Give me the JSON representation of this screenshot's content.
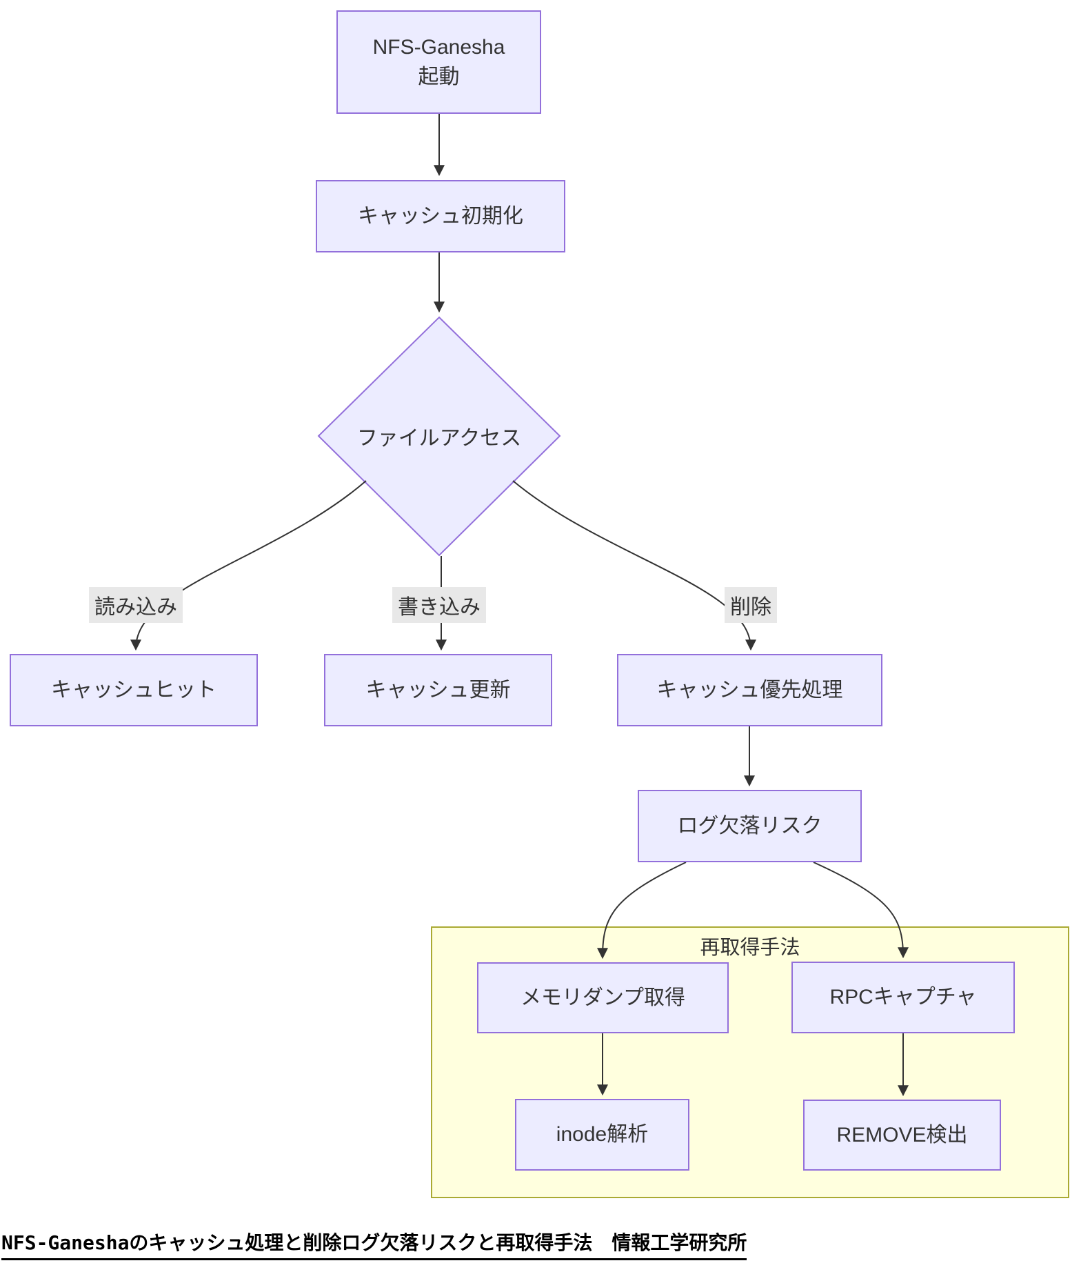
{
  "diagram": {
    "nodes": {
      "start": {
        "label": "NFS-Ganesha\n起動"
      },
      "init": {
        "label": "キャッシュ初期化"
      },
      "decision": {
        "label": "ファイルアクセス"
      },
      "hit": {
        "label": "キャッシュヒット"
      },
      "update": {
        "label": "キャッシュ更新"
      },
      "priority": {
        "label": "キャッシュ優先処理"
      },
      "risk": {
        "label": "ログ欠落リスク"
      },
      "memdump": {
        "label": "メモリダンプ取得"
      },
      "rpc": {
        "label": "RPCキャプチャ"
      },
      "inode": {
        "label": "inode解析"
      },
      "remove": {
        "label": "REMOVE検出"
      }
    },
    "edge_labels": {
      "read": "読み込み",
      "write": "書き込み",
      "delete": "削除"
    },
    "cluster": {
      "label": "再取得手法"
    },
    "colors": {
      "node_fill": "#ECECFF",
      "node_border": "#9370DB",
      "cluster_fill": "#ffffde",
      "cluster_border": "#aaaa33",
      "edge_line": "#333333",
      "edge_label_bg": "#e8e8e8",
      "text": "#333333"
    }
  },
  "caption": {
    "text": "NFS-Ganeshaのキャッシュ処理と削除ログ欠落リスクと再取得手法　情報工学研究所"
  }
}
